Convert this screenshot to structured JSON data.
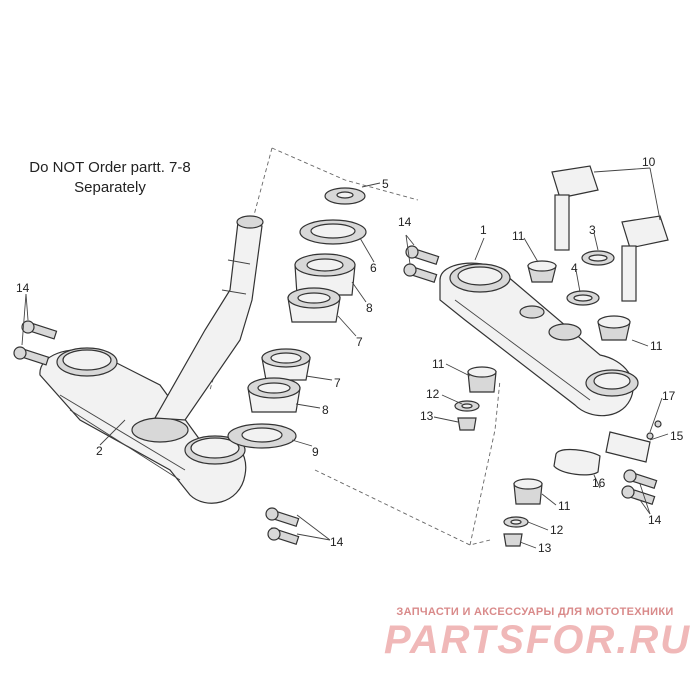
{
  "note": {
    "line1": "Do NOT Order partt. 7-8",
    "line2": "Separately"
  },
  "callouts": [
    {
      "id": "c5",
      "label": "5"
    },
    {
      "id": "c6",
      "label": "6"
    },
    {
      "id": "c8a",
      "label": "8"
    },
    {
      "id": "c7a",
      "label": "7"
    },
    {
      "id": "c7b",
      "label": "7"
    },
    {
      "id": "c8b",
      "label": "8"
    },
    {
      "id": "c9",
      "label": "9"
    },
    {
      "id": "c14a",
      "label": "14"
    },
    {
      "id": "c2",
      "label": "2"
    },
    {
      "id": "c14b",
      "label": "14"
    },
    {
      "id": "c14c",
      "label": "14"
    },
    {
      "id": "c1",
      "label": "1"
    },
    {
      "id": "c10",
      "label": "10"
    },
    {
      "id": "c11a",
      "label": "11"
    },
    {
      "id": "c3",
      "label": "3"
    },
    {
      "id": "c4",
      "label": "4"
    },
    {
      "id": "c11b",
      "label": "11"
    },
    {
      "id": "c11c",
      "label": "11"
    },
    {
      "id": "c12a",
      "label": "12"
    },
    {
      "id": "c13a",
      "label": "13"
    },
    {
      "id": "c17",
      "label": "17"
    },
    {
      "id": "c15",
      "label": "15"
    },
    {
      "id": "c16",
      "label": "16"
    },
    {
      "id": "c11d",
      "label": "11"
    },
    {
      "id": "c14d",
      "label": "14"
    },
    {
      "id": "c12b",
      "label": "12"
    },
    {
      "id": "c13b",
      "label": "13"
    }
  ],
  "watermark": {
    "subtitle": "ЗАПЧАСТИ И АКСЕССУАРЫ ДЛЯ МОТОТЕХНИКИ",
    "logo": "PARTSFOR.RU"
  }
}
